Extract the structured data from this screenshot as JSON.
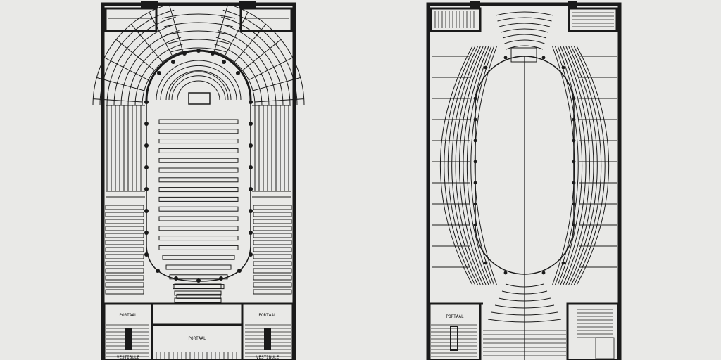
{
  "drawing": {
    "paper_color": "#e9e9e7",
    "ink_color": "#1a1a1a",
    "left_plan": {
      "labels": {
        "portaal_left": "PORTAAL",
        "portaal_right": "PORTAAL",
        "portaal_center": "PORTAAL",
        "vestibule_left": "VESTIBULE",
        "vestibule_right": "VESTIBULE"
      }
    },
    "right_plan": {
      "labels": {
        "portaal_left": "PORTAAL"
      }
    }
  }
}
